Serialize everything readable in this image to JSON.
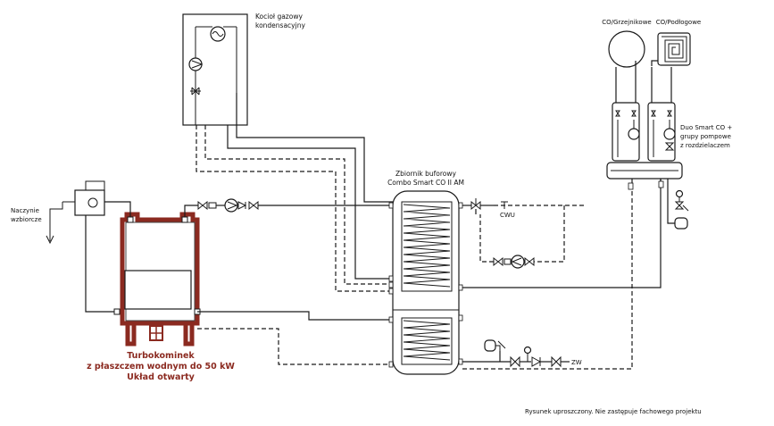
{
  "labels": {
    "boiler": [
      "Kocioł gazowy",
      "kondensacyjny"
    ],
    "tank": [
      "Zbiornik buforowy",
      "Combo Smart CO II AM"
    ],
    "expansion": [
      "Naczynie",
      "wzbiorcze"
    ],
    "fireplace": [
      "Turbokominek",
      "z płaszczem wodnym do 50 kW",
      "Układ otwarty"
    ],
    "radiators": "CO/Grzejnikowe",
    "floor": "CO/Podłogowe",
    "pump_group": [
      "Duo Smart CO +",
      "grupy pompowe",
      "z rozdzielaczem"
    ],
    "cwu": "CWU",
    "zw": "ZW",
    "footnote": "Rysunek uproszczony. Nie zastępuje fachowego projektu"
  },
  "colors": {
    "line": "#1a1a1a",
    "fireplace": "#8b2a20"
  }
}
